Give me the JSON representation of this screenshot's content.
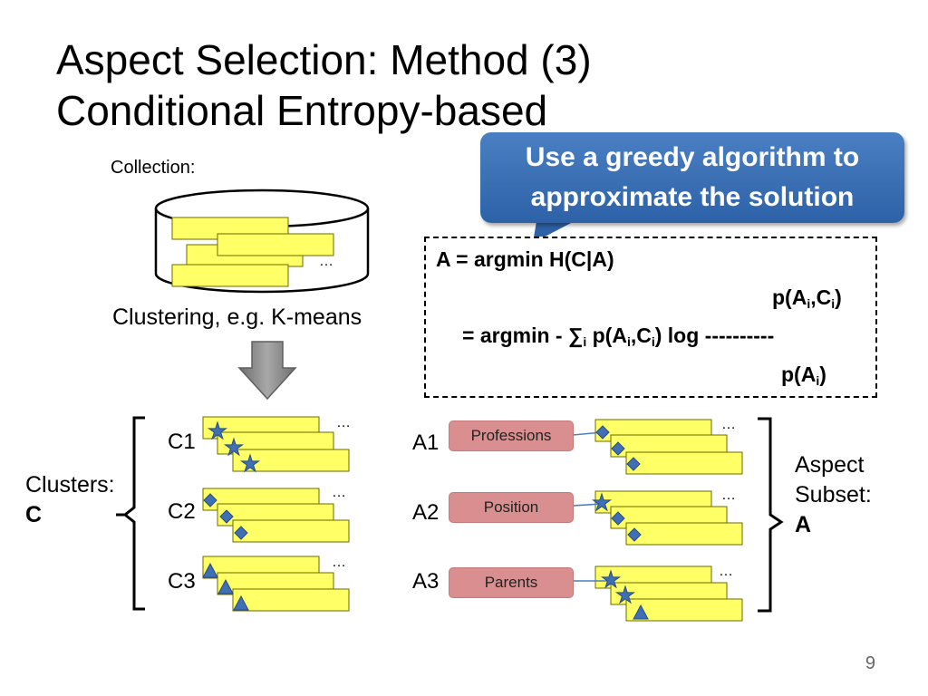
{
  "title_line1": "Aspect Selection:  Method (3)",
  "title_line2": "Conditional Entropy-based",
  "collection_label": "Collection:",
  "collection_ellipsis": "…",
  "clustering_label": "Clustering, e.g. K-means",
  "callout": {
    "line1": "Use a greedy algorithm to",
    "line2": "approximate the solution"
  },
  "formula": {
    "line1": "A = argmin H(C|A)",
    "num_p": "p(A",
    "num_i": "i",
    "num_c": ",C",
    "num_ci": "i",
    "num_close": ")",
    "line3_a": "= argmin - ∑",
    "line3_i": "i",
    "line3_b": " p(A",
    "line3_i2": "i",
    "line3_c": ",C",
    "line3_i3": "i",
    "line3_d": ") log ----------",
    "den_p": "p(A",
    "den_i": "i",
    "den_close": ")"
  },
  "clusters": [
    {
      "label": "C1",
      "marker": "star"
    },
    {
      "label": "C2",
      "marker": "diamond"
    },
    {
      "label": "C3",
      "marker": "triangle"
    }
  ],
  "clusters_label": "Clusters:",
  "clusters_symbol": "C",
  "aspects": [
    {
      "label": "A1",
      "name": "Professions"
    },
    {
      "label": "A2",
      "name": "Position"
    },
    {
      "label": "A3",
      "name": "Parents"
    }
  ],
  "aspect_subset_line1": "Aspect",
  "aspect_subset_line2": "Subset:",
  "aspect_subset_symbol": "A",
  "ellipsis": "…",
  "page_number": "9",
  "colors": {
    "doc_fill": "#ffff66",
    "doc_border": "#7a7a00",
    "marker_fill": "#3f6fb4",
    "arrow_fill": "#8a8a8a",
    "callout_fill": "#3a70b8",
    "aspect_fill": "#d98f8f"
  }
}
